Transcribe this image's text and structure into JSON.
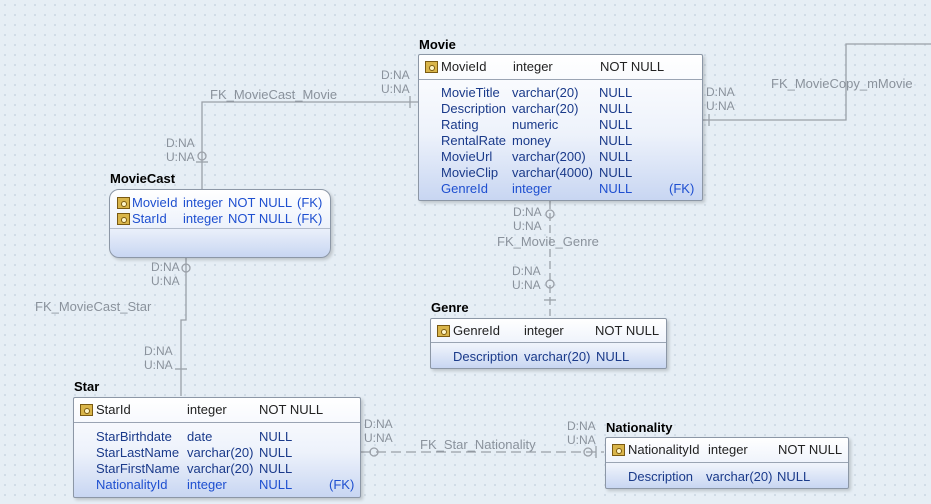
{
  "entities": {
    "movie": {
      "title": "Movie",
      "pk": [
        {
          "name": "MovieId",
          "type": "integer",
          "null": "NOT NULL"
        }
      ],
      "columns": [
        {
          "name": "MovieTitle",
          "type": "varchar(20)",
          "null": "NULL",
          "fk": ""
        },
        {
          "name": "Description",
          "type": "varchar(20)",
          "null": "NULL",
          "fk": ""
        },
        {
          "name": "Rating",
          "type": "numeric",
          "null": "NULL",
          "fk": ""
        },
        {
          "name": "RentalRate",
          "type": "money",
          "null": "NULL",
          "fk": ""
        },
        {
          "name": "MovieUrl",
          "type": "varchar(200)",
          "null": "NULL",
          "fk": ""
        },
        {
          "name": "MovieClip",
          "type": "varchar(4000)",
          "null": "NULL",
          "fk": ""
        },
        {
          "name": "GenreId",
          "type": "integer",
          "null": "NULL",
          "fk": "(FK)"
        }
      ]
    },
    "moviecast": {
      "title": "MovieCast",
      "pk": [
        {
          "name": "MovieId",
          "type": "integer",
          "null": "NOT NULL",
          "fk": "(FK)"
        },
        {
          "name": "StarId",
          "type": "integer",
          "null": "NOT NULL",
          "fk": "(FK)"
        }
      ]
    },
    "genre": {
      "title": "Genre",
      "pk": [
        {
          "name": "GenreId",
          "type": "integer",
          "null": "NOT NULL"
        }
      ],
      "columns": [
        {
          "name": "Description",
          "type": "varchar(20)",
          "null": "NULL"
        }
      ]
    },
    "star": {
      "title": "Star",
      "pk": [
        {
          "name": "StarId",
          "type": "integer",
          "null": "NOT NULL"
        }
      ],
      "columns": [
        {
          "name": "StarBirthdate",
          "type": "date",
          "null": "NULL",
          "fk": ""
        },
        {
          "name": "StarLastName",
          "type": "varchar(20)",
          "null": "NULL",
          "fk": ""
        },
        {
          "name": "StarFirstName",
          "type": "varchar(20)",
          "null": "NULL",
          "fk": ""
        },
        {
          "name": "NationalityId",
          "type": "integer",
          "null": "NULL",
          "fk": "(FK)"
        }
      ]
    },
    "nationality": {
      "title": "Nationality",
      "pk": [
        {
          "name": "NationalityId",
          "type": "integer",
          "null": "NOT NULL"
        }
      ],
      "columns": [
        {
          "name": "Description",
          "type": "varchar(20)",
          "null": "NULL"
        }
      ]
    }
  },
  "relationships": {
    "moviecast_movie": "FK_MovieCast_Movie",
    "moviecopy_movie": "FK_MovieCopy_mMovie",
    "movie_genre": "FK_Movie_Genre",
    "moviecast_star": "FK_MovieCast_Star",
    "star_nationality": "FK_Star_Nationality"
  },
  "cardinality": {
    "delete": "D:NA",
    "update": "U:NA"
  },
  "colors": {
    "line": "#9aa0a8",
    "fk_text": "#1e4fd0",
    "column_text": "#1a3a8a"
  }
}
